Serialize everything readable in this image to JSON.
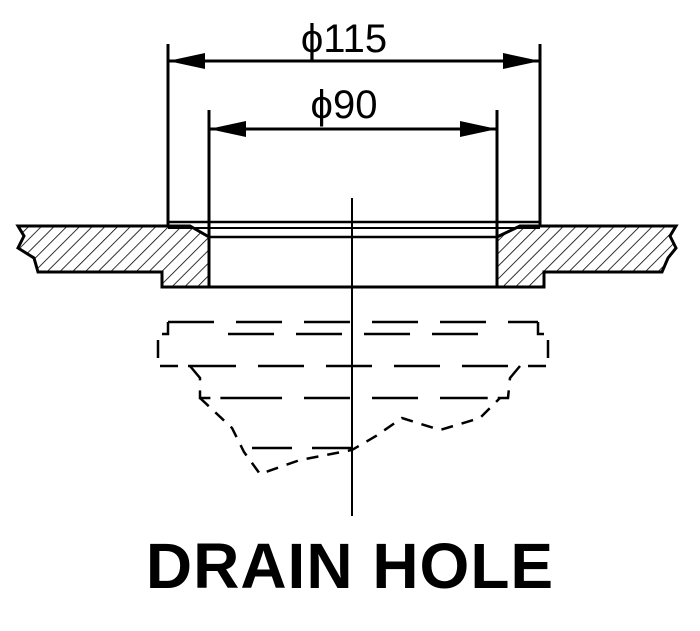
{
  "dimensions": {
    "outer_label": "ϕ115",
    "inner_label": "ϕ90"
  },
  "title": "DRAIN HOLE",
  "colors": {
    "line": "#000000",
    "background": "#ffffff"
  }
}
